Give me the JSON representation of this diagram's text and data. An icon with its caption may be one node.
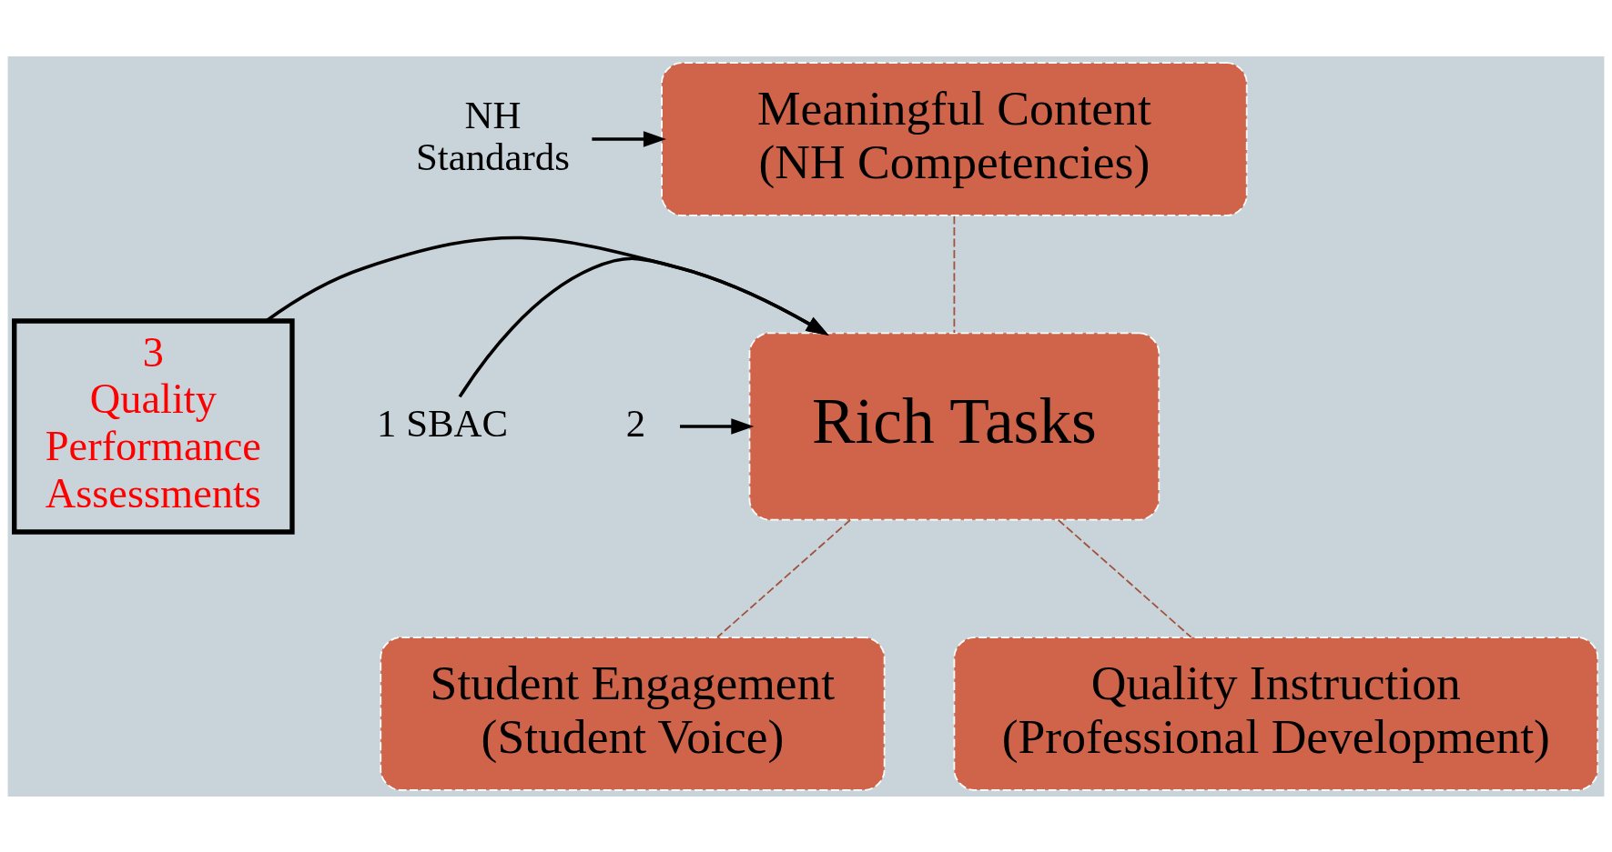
{
  "diagram": {
    "nodes": [
      {
        "text": [
          "NH Standards"
        ]
      },
      {
        "text": [
          "Meaningful Content (NH Competencies)"
        ]
      },
      {
        "text": [
          "3 Quality Performance Assessments"
        ]
      },
      {
        "text": [
          "Rich Tasks"
        ]
      },
      {
        "text": [
          "1 SBAC"
        ]
      },
      {
        "text": [
          "2"
        ]
      },
      {
        "text": [
          "Student Engagement (Student Voice)"
        ]
      },
      {
        "text": [
          "Quality Instruction (Professional Development)"
        ]
      }
    ],
    "edges": [
      {
        "from": 0,
        "to": 1,
        "arrow": "to"
      },
      {
        "from": 1,
        "to": 3,
        "arrow": "none",
        "style": "dashed",
        "color": "#a0523c"
      },
      {
        "from": 2,
        "to": 3,
        "arrow": "to"
      },
      {
        "from": 4,
        "to": 3,
        "arrow": "to"
      },
      {
        "from": 5,
        "to": 3,
        "arrow": "to"
      },
      {
        "from": 3,
        "to": 6,
        "arrow": "none",
        "style": "dashed",
        "color": "#a0523c"
      },
      {
        "from": 3,
        "to": 7,
        "arrow": "none",
        "style": "dashed",
        "color": "#a0523c"
      }
    ]
  }
}
